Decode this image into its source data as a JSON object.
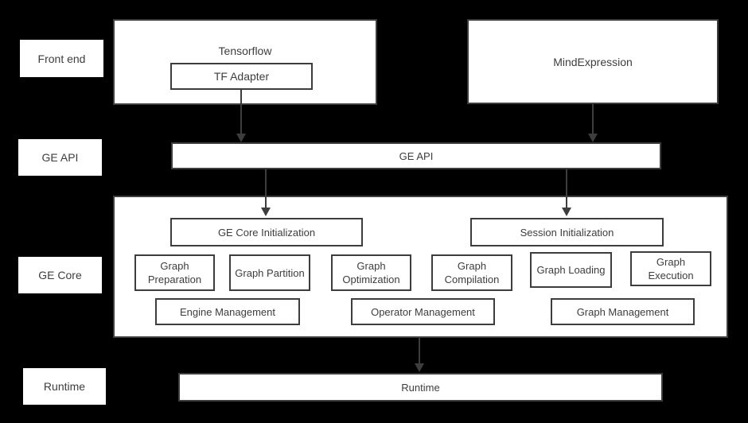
{
  "colors": {
    "background": "#000000",
    "box_fill": "#ffffff",
    "border": "#3d3d3d",
    "text": "#3d3d3d"
  },
  "row_labels": {
    "front_end": "Front end",
    "ge_api": "GE API",
    "ge_core": "GE Core",
    "runtime": "Runtime"
  },
  "front_end": {
    "tensorflow": "Tensorflow",
    "tf_adapter": "TF Adapter",
    "mindexpression": "MindExpression"
  },
  "ge_api": {
    "label": "GE API"
  },
  "ge_core": {
    "ge_core_initialization": "GE Core Initialization",
    "session_initialization": "Session Initialization",
    "functions": [
      "Graph Preparation",
      "Graph Partition",
      "Graph Optimization",
      "Graph Compilation",
      "Graph Loading",
      "Graph Execution"
    ],
    "management": [
      "Engine Management",
      "Operator Management",
      "Graph Management"
    ]
  },
  "runtime": {
    "label": "Runtime"
  }
}
